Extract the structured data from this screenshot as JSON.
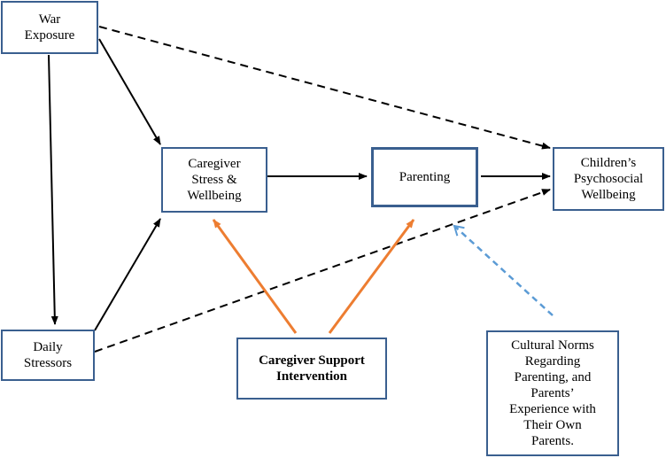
{
  "nodes": {
    "war_exposure": "War\nExposure",
    "daily_stressors": "Daily\nStressors",
    "caregiver_stress": "Caregiver\nStress &\nWellbeing",
    "parenting": "Parenting",
    "childrens_wellbeing": "Children’s\nPsychosocial\nWellbeing",
    "caregiver_support": "Caregiver Support\nIntervention",
    "cultural_norms": "Cultural Norms\nRegarding\nParenting, and\nParents’\nExperience with\nTheir Own\nParents."
  },
  "colors": {
    "box_border": "#3a5f8f",
    "arrow": "#000000",
    "intervention_arrow": "#ed7d31",
    "cultural_arrow": "#5b9bd5"
  }
}
